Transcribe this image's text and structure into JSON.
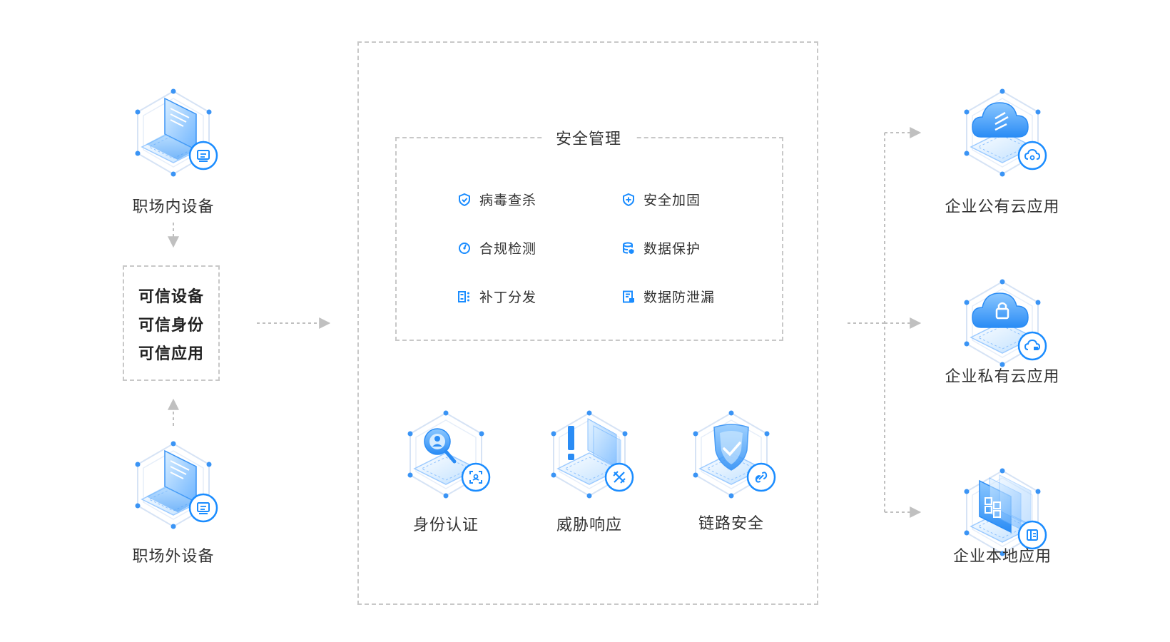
{
  "left": {
    "device_inside": "职场内设备",
    "device_outside": "职场外设备",
    "trust_items": [
      "可信设备",
      "可信身份",
      "可信应用"
    ]
  },
  "security_management": {
    "title": "安全管理",
    "features": [
      {
        "label": "病毒查杀",
        "icon": "shield-check-icon"
      },
      {
        "label": "安全加固",
        "icon": "shield-plus-icon"
      },
      {
        "label": "合规检测",
        "icon": "gauge-icon"
      },
      {
        "label": "数据保护",
        "icon": "database-shield-icon"
      },
      {
        "label": "补丁分发",
        "icon": "list-icon"
      },
      {
        "label": "数据防泄漏",
        "icon": "document-lock-icon"
      }
    ]
  },
  "capabilities": [
    {
      "label": "身份认证",
      "icon": "identity-icon"
    },
    {
      "label": "威胁响应",
      "icon": "threat-icon"
    },
    {
      "label": "链路安全",
      "icon": "link-icon"
    }
  ],
  "apps": [
    {
      "label": "企业公有云应用",
      "icon": "public-cloud-icon"
    },
    {
      "label": "企业私有云应用",
      "icon": "private-cloud-icon"
    },
    {
      "label": "企业本地应用",
      "icon": "local-app-icon"
    }
  ],
  "colors": {
    "accent": "#1a8cff",
    "accent_light": "#9fd0ff",
    "hex_line": "#d6e3f5",
    "dashed_border": "#c8c8c8",
    "arrow": "#c0c0c0",
    "text": "#333333"
  }
}
